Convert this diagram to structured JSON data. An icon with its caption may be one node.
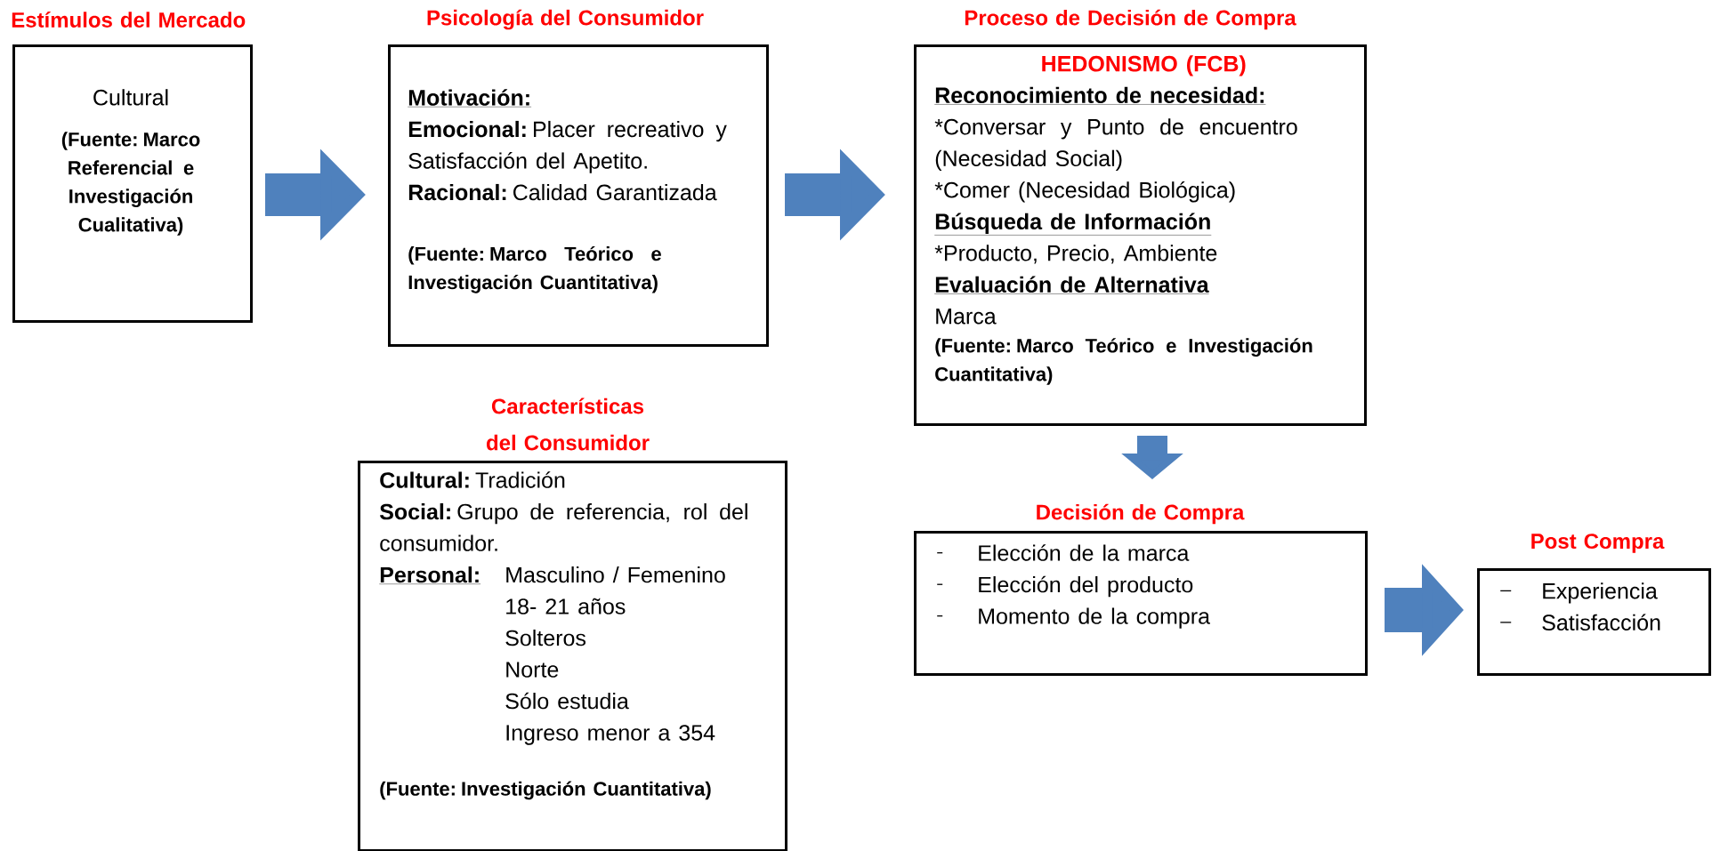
{
  "diagram": {
    "nodes": [
      {
        "text": [
          "Estímulos del Mercado",
          "Cultural",
          "(Fuente: Marco Referencial e Investigación Cualitativa)"
        ]
      },
      {
        "text": [
          "Psicología del Consumidor",
          "Motivación:",
          "**Emocional:** Placer recreativo y Satisfacción del Apetito.",
          "**Racional:** Calidad Garantizada",
          "(Fuente: Marco Teórico e Investigación Cuantitativa)"
        ]
      },
      {
        "text": [
          "Proceso de Decisión de Compra",
          "HEDONISMO (FCB)",
          "Reconocimiento de necesidad:",
          "*Conversar y Punto de encuentro (Necesidad Social)",
          "*Comer (Necesidad Biológica)",
          "Búsqueda de Información",
          "*Producto, Precio, Ambiente",
          "Evaluación de Alternativa",
          "Marca",
          "(Fuente: Marco Teórico e Investigación Cuantitativa)"
        ]
      },
      {
        "text": [
          "Características del Consumidor",
          "**Cultural:** Tradición",
          "**Social:** Grupo de referencia, rol del consumidor.",
          "Personal:",
          "Masculino / Femenino",
          "18- 21 años",
          "Solteros",
          "Norte",
          "Sólo estudia",
          "Ingreso menor a 354",
          "(Fuente: Investigación Cuantitativa)"
        ]
      },
      {
        "text": [
          "Decisión de Compra",
          "Elección de la marca",
          "Elección del producto",
          "Momento de la compra"
        ]
      },
      {
        "text": [
          "Post Compra",
          "Experiencia",
          "Satisfacción"
        ]
      }
    ],
    "edges": [
      {
        "from": 0,
        "to": 1,
        "arrow": "to"
      },
      {
        "from": 1,
        "to": 2,
        "arrow": "to"
      },
      {
        "from": 2,
        "to": 4,
        "arrow": "to"
      },
      {
        "from": 4,
        "to": 5,
        "arrow": "to"
      }
    ]
  }
}
